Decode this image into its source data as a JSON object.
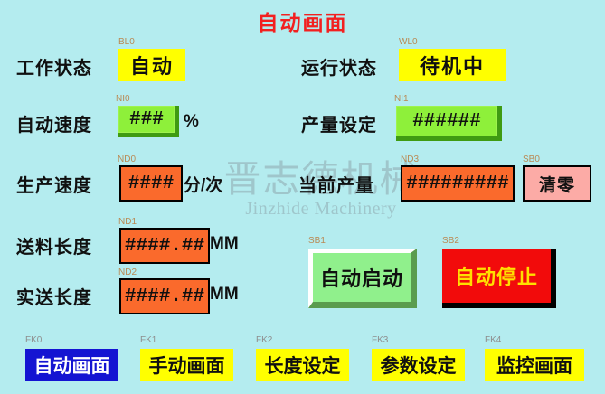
{
  "screen": {
    "title": "自动画面",
    "background_color": "#b4ecef",
    "title_color": "#f22020"
  },
  "watermark": {
    "cn": "晋志德机械",
    "en": "Jinzhide Machinery",
    "color": "#9fc6cb"
  },
  "fields": {
    "work_status": {
      "tag": "BL0",
      "label": "工作状态",
      "value": "自动",
      "color": "#ffff00"
    },
    "run_status": {
      "tag": "WL0",
      "label": "运行状态",
      "value": "待机中",
      "color": "#ffff00"
    },
    "auto_speed": {
      "tag": "NI0",
      "label": "自动速度",
      "value": "###",
      "unit": "%",
      "color": "#8ef03a"
    },
    "output_setting": {
      "tag": "NI1",
      "label": "产量设定",
      "value": "######",
      "unit": "",
      "color": "#8ef03a"
    },
    "production_speed": {
      "tag": "ND0",
      "label": "生产速度",
      "value": "####",
      "unit": "分/次",
      "color": "#fa6a2c"
    },
    "current_output": {
      "tag": "ND3",
      "label": "当前产量",
      "value": "#########",
      "unit": "",
      "color": "#fa6a2c"
    },
    "feed_length": {
      "tag": "ND1",
      "label": "送料长度",
      "value": "####.##",
      "unit": "MM",
      "color": "#fa6a2c"
    },
    "actual_length": {
      "tag": "ND2",
      "label": "实送长度",
      "value": "####.##",
      "unit": "MM",
      "color": "#fa6a2c"
    }
  },
  "buttons": {
    "clear": {
      "tag": "SB0",
      "label": "清零",
      "color": "#fcaba6"
    },
    "auto_start": {
      "tag": "SB1",
      "label": "自动启动",
      "color": "#90f08c"
    },
    "auto_stop": {
      "tag": "SB2",
      "label": "自动停止",
      "color": "#f20b0b",
      "text_color": "#ffe000"
    }
  },
  "function_keys": [
    {
      "tag": "FK0",
      "label": "自动画面",
      "active": true,
      "color": "#1414d2",
      "text_color": "#ffffff"
    },
    {
      "tag": "FK1",
      "label": "手动画面",
      "active": false,
      "color": "#ffff00",
      "text_color": "#101010"
    },
    {
      "tag": "FK2",
      "label": "长度设定",
      "active": false,
      "color": "#ffff00",
      "text_color": "#101010"
    },
    {
      "tag": "FK3",
      "label": "参数设定",
      "active": false,
      "color": "#ffff00",
      "text_color": "#101010"
    },
    {
      "tag": "FK4",
      "label": "监控画面",
      "active": false,
      "color": "#ffff00",
      "text_color": "#101010"
    }
  ]
}
